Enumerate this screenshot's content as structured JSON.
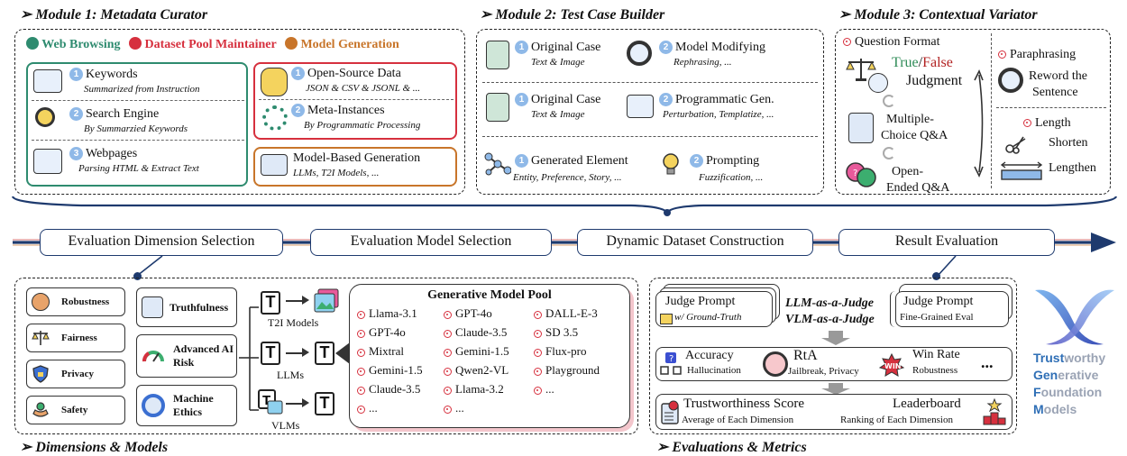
{
  "colors": {
    "web": "#2e8b6f",
    "pool": "#d6303e",
    "gen": "#c8752a",
    "navy": "#1e3a6e",
    "true": "#2e8b57",
    "false": "#b22222"
  },
  "module1": {
    "title": "➢  Module 1: Metadata Curator",
    "legend": [
      "Web Browsing",
      "Dataset Pool Maintainer",
      "Model Generation"
    ],
    "left": [
      {
        "n": "1",
        "title": "Keywords",
        "sub": "Summarized from Instruction"
      },
      {
        "n": "2",
        "title": "Search Engine",
        "sub": "By Summarzied Keywords"
      },
      {
        "n": "3",
        "title": "Webpages",
        "sub": "Parsing HTML & Extract Text"
      }
    ],
    "right": [
      {
        "n": "1",
        "title": "Open-Source Data",
        "sub": "JSON & CSV & JSONL & ..."
      },
      {
        "n": "2",
        "title": "Meta-Instances",
        "sub": "By Programmatic Processing"
      }
    ],
    "gen": {
      "title": "Model-Based Generation",
      "sub": "LLMs, T2I Models, ..."
    }
  },
  "module2": {
    "title": "➢  Module 2: Test Case Builder",
    "rows": [
      {
        "a_n": "1",
        "a": "Original Case",
        "a_sub": "Text & Image",
        "b_n": "2",
        "b": "Model Modifying",
        "b_sub": "Rephrasing, ..."
      },
      {
        "a_n": "1",
        "a": "Original Case",
        "a_sub": "Text & Image",
        "b_n": "2",
        "b": "Programmatic Gen.",
        "b_sub": "Perturbation, Templatize, ..."
      },
      {
        "a_n": "1",
        "a": "Generated Element",
        "a_sub": "Entity, Preference, Story, ...",
        "b_n": "2",
        "b": "Prompting",
        "b_sub": "Fuzzification, ..."
      }
    ]
  },
  "module3": {
    "title": "➢  Module 3: Contextual Variator",
    "qf": "Question Format",
    "true_word": "True",
    "slash": "/",
    "false_word": "False",
    "judgment": "Judgment",
    "mc1": "Multiple-",
    "mc2": "Choice Q&A",
    "oe1": "Open-",
    "oe2": "Ended Q&A",
    "para": "Paraphrasing",
    "reword1": "Reword the",
    "reword2": "Sentence",
    "length": "Length",
    "shorten": "Shorten",
    "lengthen": "Lengthen"
  },
  "pipeline": [
    "Evaluation Dimension Selection",
    "Evaluation Model Selection",
    "Dynamic Dataset Construction",
    "Result Evaluation"
  ],
  "dims": {
    "col1": [
      "Robustness",
      "Fairness",
      "Privacy",
      "Safety"
    ],
    "col2": [
      "Truthfulness",
      "Advanced AI Risk",
      "Machine Ethics"
    ],
    "t2i": "T2I Models",
    "llms": "LLMs",
    "vlms": "VLMs",
    "T": "T",
    "pool_title": "Generative Model Pool",
    "pool": [
      [
        "Llama-3.1",
        "GPT-4o",
        "Mixtral",
        "Gemini-1.5",
        "Claude-3.5",
        "..."
      ],
      [
        "GPT-4o",
        "Claude-3.5",
        "Gemini-1.5",
        "Qwen2-VL",
        "Llama-3.2",
        "..."
      ],
      [
        "DALL-E-3",
        "SD 3.5",
        "Flux-pro",
        "Playground",
        "..."
      ]
    ],
    "footer": "➢  Dimensions & Models"
  },
  "eval": {
    "jp": "Judge Prompt",
    "jp1_sub": "w/ Ground-Truth",
    "jp2_sub": "Fine-Grained Eval",
    "llm_judge": "LLM-as-a-Judge",
    "vlm_judge": "VLM-as-a-Judge",
    "metrics": [
      {
        "title": "Accuracy",
        "sub": "Hallucination"
      },
      {
        "title": "RtA",
        "sub": "Jailbreak, Privacy"
      },
      {
        "title": "Win Rate",
        "sub": "Robustness"
      }
    ],
    "more": "...",
    "score": "Trustworthiness Score",
    "score_sub": "Average of Each Dimension",
    "lb": "Leaderboard",
    "lb_sub": "Ranking of Each Dimension",
    "footer": "➢  Evaluations & Metrics"
  },
  "logo": {
    "l1a": "Trust",
    "l1b": "worthy",
    "l2a": "Gen",
    "l2b": "erative",
    "l3a": "F",
    "l3b": "oundation",
    "l4a": "M",
    "l4b": "odels"
  }
}
